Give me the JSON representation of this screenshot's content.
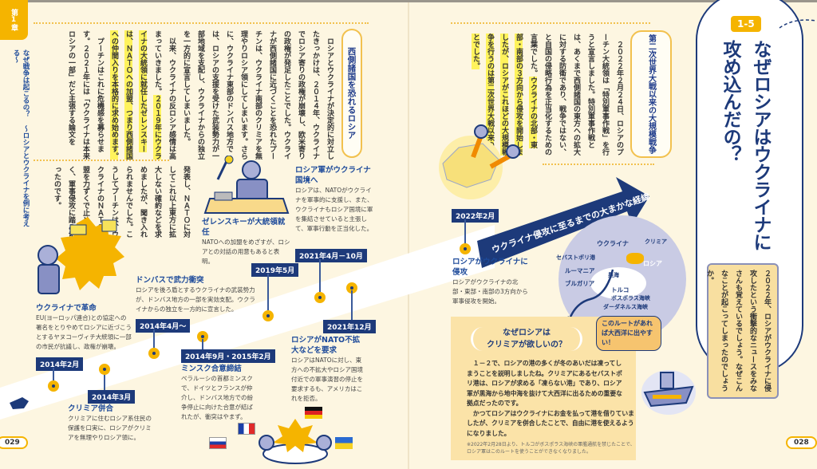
{
  "left_page": {
    "chapter_tab": "第1章",
    "running_title": "なぜ戦争は起こるの？ ～ロシアとウクライナを例に考える～",
    "section_heading": "西側諸国を恐れるロシア",
    "para1": "　ロシアとウクライナが決定的に対立したきっかけは、２０１４年、ウクライナでロシア寄りの政権が崩壊し、欧米寄りの政権が発足したことでした。ウクライナが西側諸国に近づくことを恐れたプーチンは、ウクライナ南部のクリミアを無理やりロシア領にしてしまいます。さらに、ウクライナ東部のドンバス地方では、ロシアの支援を受けた武装勢力が一部地域を支配し、ウクライナからの独立を一方的に宣言してしまいました。",
    "para2_plain": "　以来、ウクライナの反ロシア感情は高まっていきました。",
    "para2_highlight": "２０１９年にウクライナの大統領に就任したゼレンスキーは、ＮＡＴＯへの加盟、つまり西側諸国への仲間入りを本格的に求め始めます。",
    "para3": "　プーチンはこれに危機感を募らせます。２０２１年には「ウクライナは本来ロシアの一部」だと主張する論文を",
    "para4": "発表し、ＮＡＴＯに対してこれ以上東方に拡大しない確約などを求めましたが、聞き入れられませんでした。こうしてプーチンは、ウクライナのＮＡＴＯ加盟を力ずくで止めるべく、軍事侵攻に踏み切ったのです。",
    "page_number": "029"
  },
  "right_page": {
    "section_badge": "1-5",
    "title_line1": "なぜロシアはウクライナに",
    "title_line2": "攻め込んだの？",
    "intro": "２０２２年、ロシアがウクライナに侵攻したという衝撃的なニュースをみなさんも覚えているでしょう。なぜこんなことが起こってしまったのでしょうか。",
    "section_heading": "第二次世界大戦以来の大規模戦争",
    "para_plain": "　２０２２年２月２４日、ロシアのプーチン大統領は「特別軍事作戦」を行うと宣言しました。特別軍事作戦とは、あくまで西側諸国の東方への拡大に対する防衛であり、戦争ではない、と自国の侵略行為を正当化するための言葉でした。",
    "para_highlight": "ウクライナの北部・東部・南部の３方向から侵攻を開始しましたが、ロシアがこれほどの大規模戦争を行うのは第二次世界大戦以来のことでした。",
    "page_number": "028"
  },
  "timeline": {
    "arrow_label": "ウクライナ侵攻に至るまでの大まかな経緯",
    "events": [
      {
        "date": "2014年2月",
        "title": "ウクライナで革命",
        "desc": "EU(ヨーロッパ連合)との協定への署名をとりやめてロシアに近づこうとするヤヌコーヴィチ大統領に一部の市民が抗議し、政権が崩壊。"
      },
      {
        "date": "2014年3月",
        "title": "クリミア併合",
        "desc": "クリミアに住むロシア系住民の保護を口実に、ロシアがクリミアを無理やりロシア領に。"
      },
      {
        "date": "2014年4月～",
        "title": "ドンバスで武力衝突",
        "desc": "ロシアを後ろ盾とするウクライナの武装勢力が、ドンバス地方の一部を実効支配。ウクライナからの独立を一方的に宣言した。"
      },
      {
        "date": "2014年9月・2015年2月",
        "title": "ミンスク合意締結",
        "desc": "ベラルーシの首都ミンスクで、ドイツとフランスが仲介し、ドンバス地方での紛争停止に向けた合意が結ばれたが、衝突はやまず。"
      },
      {
        "date": "2019年5月",
        "title": "ゼレンスキーが大統領就任",
        "desc": "NATOへの加盟をめざすが、ロシアとの対話の用意もあると表明。"
      },
      {
        "date": "2021年4月－10月",
        "title": "ロシア軍がウクライナ国境へ",
        "desc": "ロシアは、NATOがウクライナを軍事的に支援し、また、ウクライナもロシア国境に軍を集結させていると主張して、軍事行動を正当化した。"
      },
      {
        "date": "2021年12月",
        "title": "ロシアがNATO不拡大などを要求",
        "desc": "ロシアはNATOに対し、東方への不拡大やロシア国境付近での軍事演習の停止を要求するも、アメリカはこれを拒否。"
      },
      {
        "date": "2022年2月",
        "title": "ロシアがウクライナに侵攻",
        "desc": "ロシアがウクライナの北部・東部・南部の3方向から軍事侵攻を開始。"
      }
    ]
  },
  "map": {
    "labels": [
      "ウクライナ",
      "クリミア",
      "セバストポリ港",
      "ロシア",
      "ルーマニア",
      "黒海",
      "ブルガリア",
      "トルコ",
      "ボスポラス海峡",
      "ダーダネルス海峡"
    ],
    "bubble": "このルートがあれば大西洋に出やすい！"
  },
  "column_box": {
    "title_line1": "なぜロシアは",
    "title_line2": "クリミアが欲しいの？",
    "body1": "　１－２で、ロシアの港の多くが冬のあいだは凍ってしまうことを説明しましたね。クリミアにあるセバストポリ港は、ロシアが求める「凍らない港」であり、ロシア軍が黒海から地中海を抜けて大西洋に出るための重要な拠点だったのです。",
    "body2": "　かつてロシアはウクライナにお金を払って港を借りていましたが、クリミアを併合したことで、自由に港を使えるようになりました。",
    "note": "※2022年2月28日より、トルコがボスポラス海峡の軍艦通航を禁じたことで、ロシア軍はこのルートを使うことができなくなりました。"
  },
  "colors": {
    "navy": "#1d3a7a",
    "accent": "#f5b400",
    "highlight": "#fff35c",
    "paper": "#fdf6e1"
  }
}
